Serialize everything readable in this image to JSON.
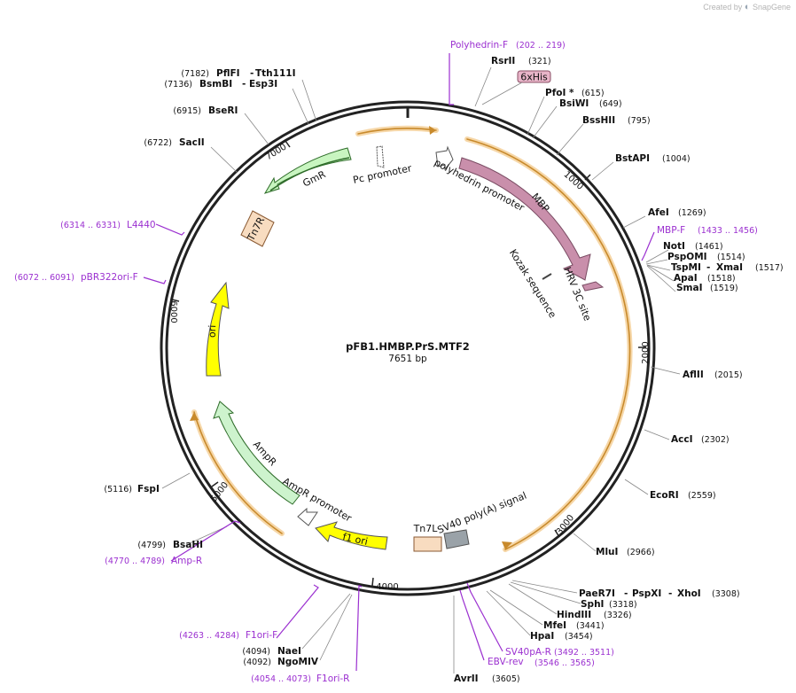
{
  "credit": {
    "text": "Created by",
    "brand": "SnapGene"
  },
  "plasmid": {
    "name": "pFB1.HMBP.PrS.MTF2",
    "size_label": "7651 bp"
  },
  "ticks": [
    "1000",
    "2000",
    "3000",
    "4000",
    "5000",
    "6000",
    "7000"
  ],
  "enzymes": [
    {
      "name": "PflFI",
      "extra": "Tth111I",
      "coord": "(7182)"
    },
    {
      "name": "BsmBI",
      "extra": "Esp3I",
      "coord": "(7136)"
    },
    {
      "name": "BseRI",
      "coord": "(6915)"
    },
    {
      "name": "SacII",
      "coord": "(6722)"
    },
    {
      "name": "RsrII",
      "coord": "(321)"
    },
    {
      "name": "PfoI *",
      "coord": "(615)"
    },
    {
      "name": "BsiWI",
      "coord": "(649)"
    },
    {
      "name": "BssHII",
      "coord": "(795)"
    },
    {
      "name": "BstAPI",
      "coord": "(1004)"
    },
    {
      "name": "AfeI",
      "coord": "(1269)"
    },
    {
      "name": "NotI",
      "coord": "(1461)"
    },
    {
      "name": "PspOMI",
      "coord": "(1514)"
    },
    {
      "name": "TspMI",
      "extra": "XmaI",
      "coord": "(1517)"
    },
    {
      "name": "ApaI",
      "coord": "(1518)"
    },
    {
      "name": "SmaI",
      "coord": "(1519)"
    },
    {
      "name": "AflII",
      "coord": "(2015)"
    },
    {
      "name": "AccI",
      "coord": "(2302)"
    },
    {
      "name": "EcoRI",
      "coord": "(2559)"
    },
    {
      "name": "MluI",
      "coord": "(2966)"
    },
    {
      "name": "PaeR7I",
      "extra": "PspXI",
      "extra2": "XhoI",
      "coord": "(3308)"
    },
    {
      "name": "SphI",
      "coord": "(3318)"
    },
    {
      "name": "HindIII",
      "coord": "(3326)"
    },
    {
      "name": "MfeI",
      "coord": "(3441)"
    },
    {
      "name": "HpaI",
      "coord": "(3454)"
    },
    {
      "name": "AvrII",
      "coord": "(3605)"
    },
    {
      "name": "NaeI",
      "coord": "(4094)"
    },
    {
      "name": "NgoMIV",
      "coord": "(4092)"
    },
    {
      "name": "BsaHI",
      "coord": "(4799)"
    },
    {
      "name": "FspI",
      "coord": "(5116)"
    }
  ],
  "primers": [
    {
      "name": "Polyhedrin-F",
      "coord": "(202 .. 219)"
    },
    {
      "name": "MBP-F",
      "coord": "(1433 .. 1456)"
    },
    {
      "name": "SV40pA-R",
      "coord": "(3492 .. 3511)"
    },
    {
      "name": "EBV-rev",
      "coord": "(3546 .. 3565)"
    },
    {
      "name": "F1ori-R",
      "coord": "(4054 .. 4073)"
    },
    {
      "name": "F1ori-F",
      "coord": "(4263 .. 4284)"
    },
    {
      "name": "Amp-R",
      "coord": "(4770 .. 4789)"
    },
    {
      "name": "pBR322ori-F",
      "coord": "(6072 .. 6091)"
    },
    {
      "name": "L4440",
      "coord": "(6314 .. 6331)"
    }
  ],
  "features": {
    "his": "6xHis",
    "polyhedrin": "polyhedrin promoter",
    "mbp": "MBP",
    "kozak": "Kozak sequence",
    "hrv": "HRV 3C site",
    "sv40": "SV40 poly(A) signal",
    "tn7l": "Tn7L",
    "f1ori": "f1 ori",
    "ampr_promoter": "AmpR promoter",
    "ampr": "AmpR",
    "ori": "ori",
    "tn7r": "Tn7R",
    "gmr": "GmR",
    "pc": "Pc promoter"
  },
  "colors": {
    "backbone": "#222222",
    "primer": "#9b30d0",
    "orange": "#e8a347",
    "mbp": "#c98fab",
    "gmr": "#c8f5c0",
    "ampr": "#cdf3cd",
    "ori": "#ffff00",
    "tn7": "#f8dcc0",
    "his": "#e8b4c8"
  }
}
